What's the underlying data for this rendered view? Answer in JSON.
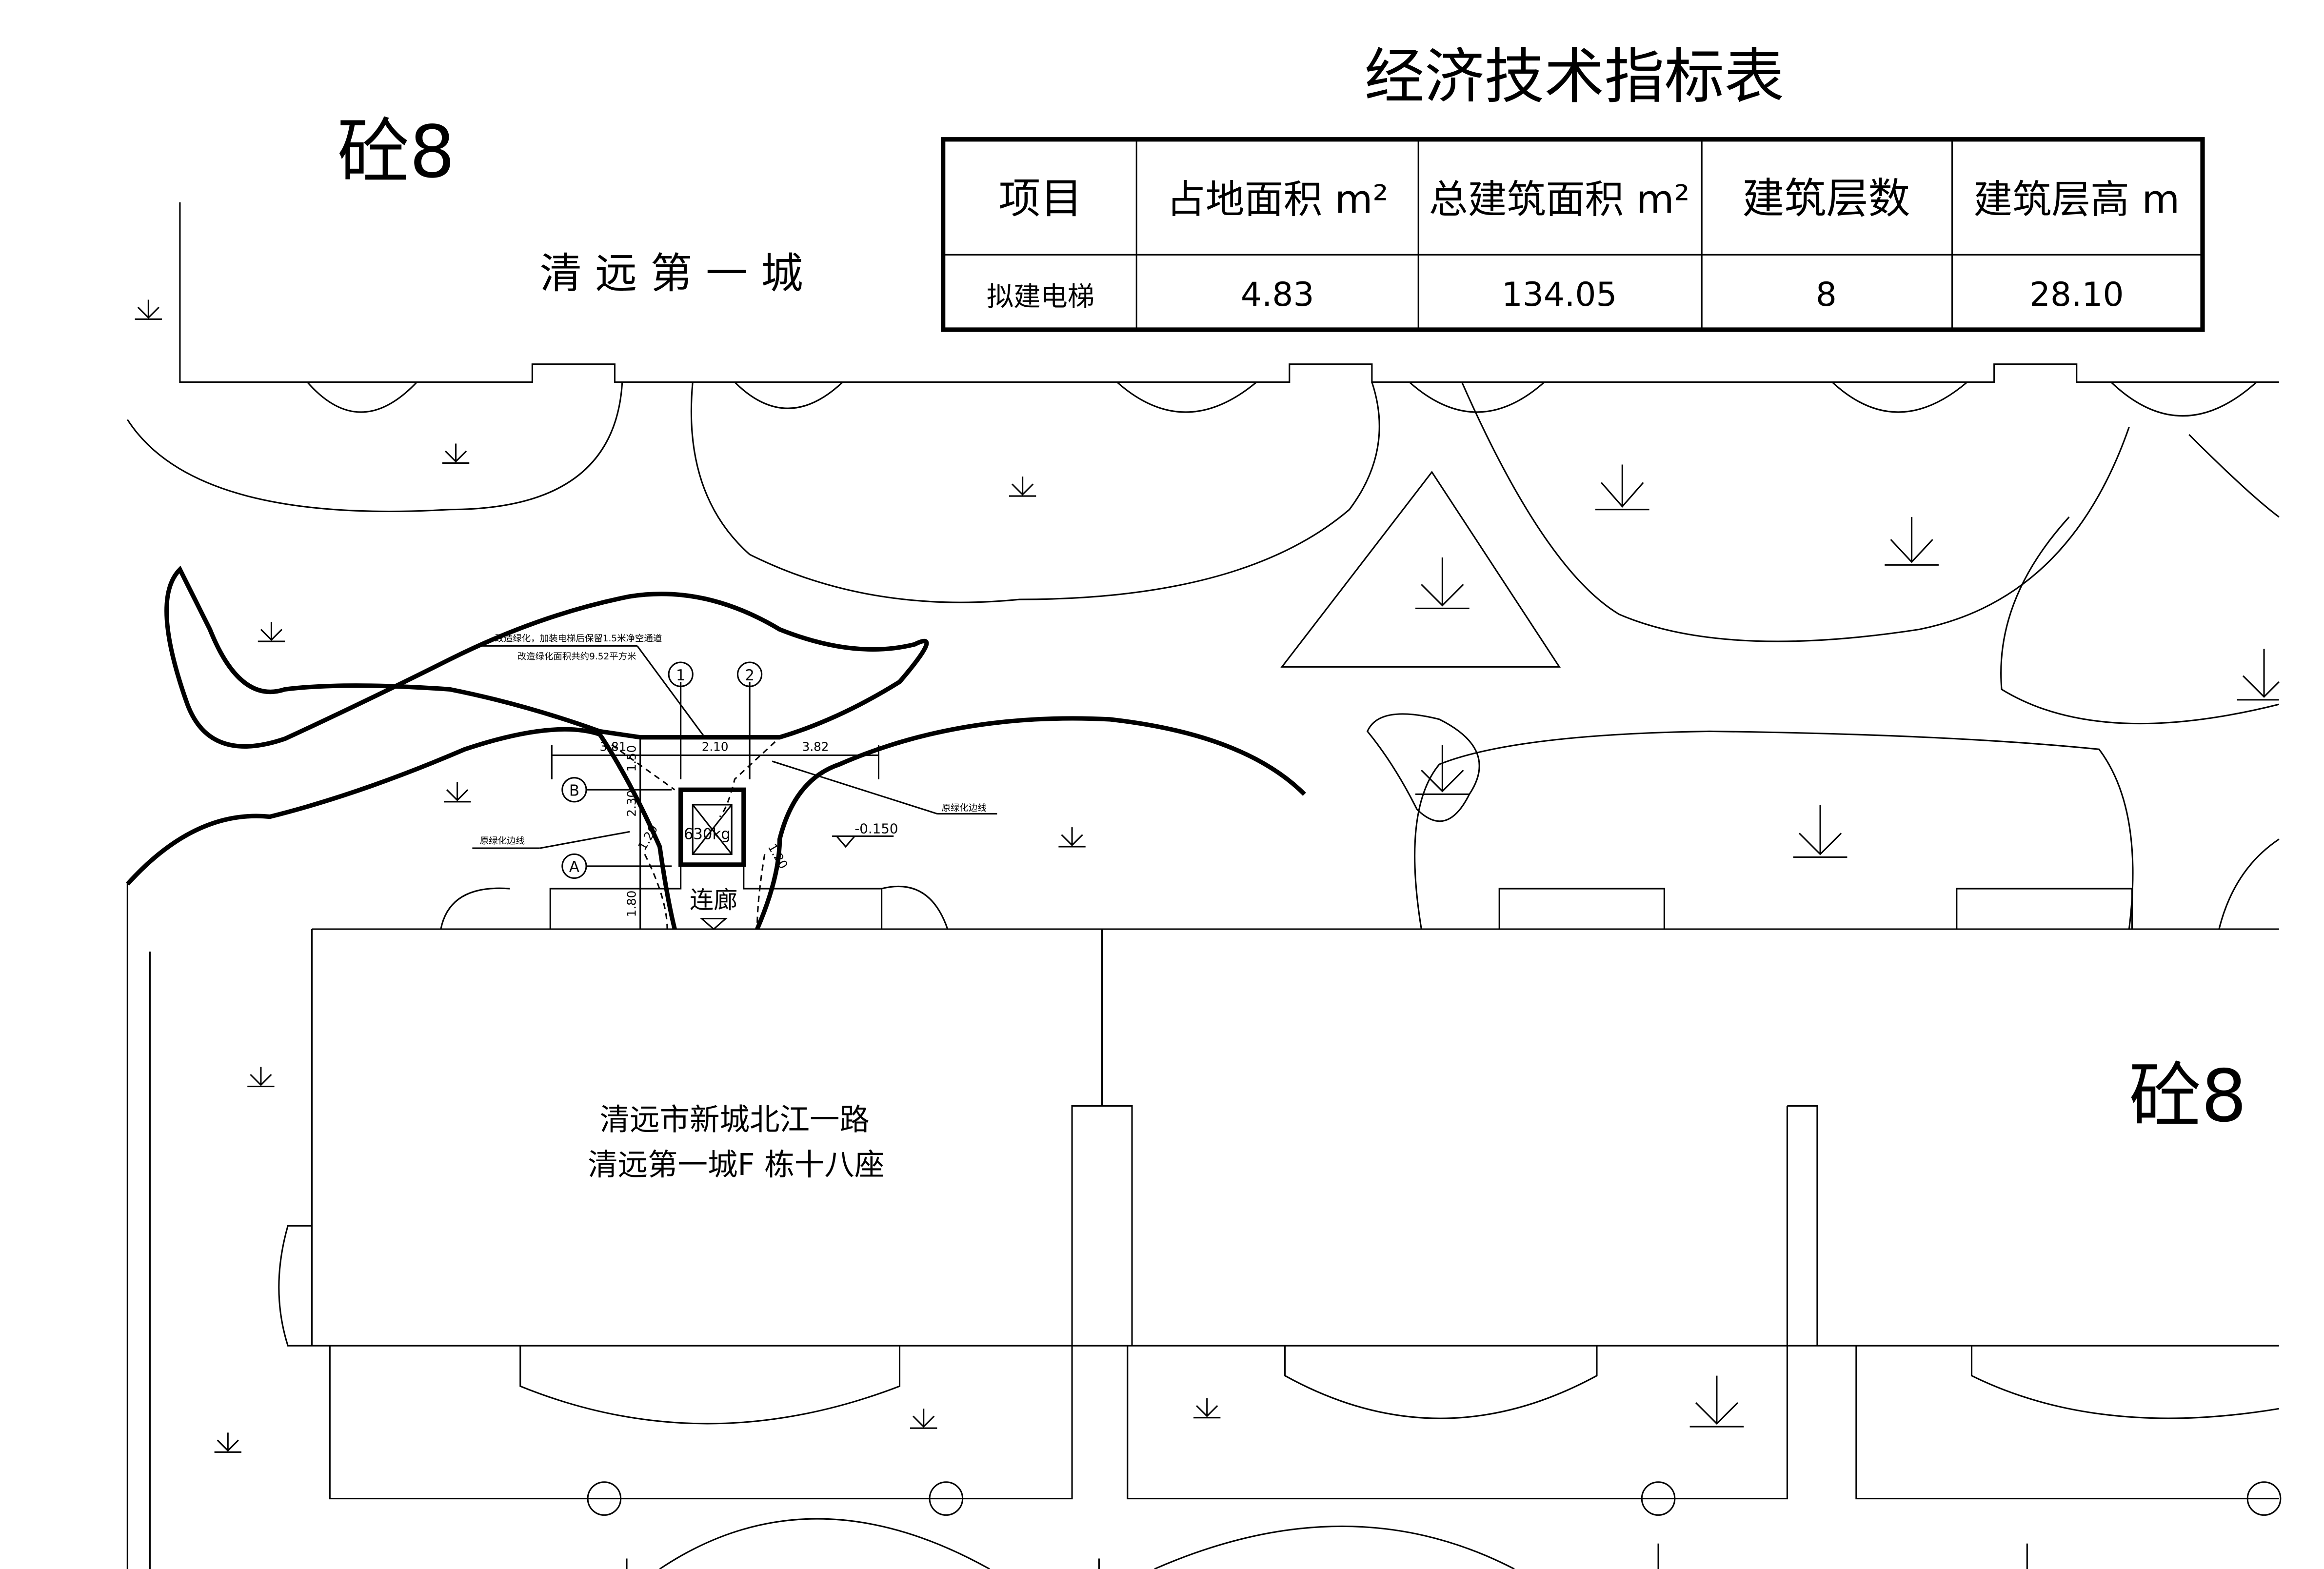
{
  "table": {
    "title": "经济技术指标表",
    "headers": [
      "项目",
      "占地面积 m²",
      "总建筑面积 m²",
      "建筑层数",
      "建筑层高 m"
    ],
    "rows": [
      [
        "拟建电梯",
        "4.83",
        "134.05",
        "8",
        "28.10"
      ]
    ]
  },
  "labels": {
    "concrete_top": "砼8",
    "concrete_right": "砼8",
    "estate_name": "清 远 第 一 城",
    "address_line1": "清远市新城北江一路",
    "address_line2": "清远第一城F 栋十八座",
    "note_line1": "改造绿化，加装电梯后保留1.5米净空通道",
    "note_line2": "改造绿化面积共约9.52平方米",
    "original_green_edge_left": "原绿化边线",
    "original_green_edge_right": "原绿化边线",
    "elevation": "-0.150",
    "corridor": "连廊",
    "elevator_capacity": "630kg",
    "axis_1": "1",
    "axis_2": "2",
    "axis_a": "A",
    "axis_b": "B"
  },
  "dimensions": {
    "left_width": "3.81",
    "center_width": "2.10",
    "right_width": "3.82",
    "v1": "1.50",
    "v2": "2.30",
    "v3": "1.80",
    "clear_left": "1.20",
    "clear_right": "1.20"
  }
}
